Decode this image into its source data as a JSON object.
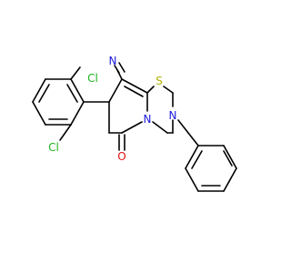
{
  "molecule": {
    "atom_labels": {
      "cl_top": "Cl",
      "cl_bottom": "Cl",
      "nitrile_n": "N",
      "ring_s": "S",
      "ring_n_fused": "N",
      "ring_n_phenyl": "N",
      "carbonyl_o": "O"
    },
    "colors": {
      "chlorine": "#1fb31f",
      "nitrogen": "#1a1adf",
      "sulfur": "#b3b300",
      "oxygen": "#e01010",
      "bond": "#000000"
    }
  }
}
